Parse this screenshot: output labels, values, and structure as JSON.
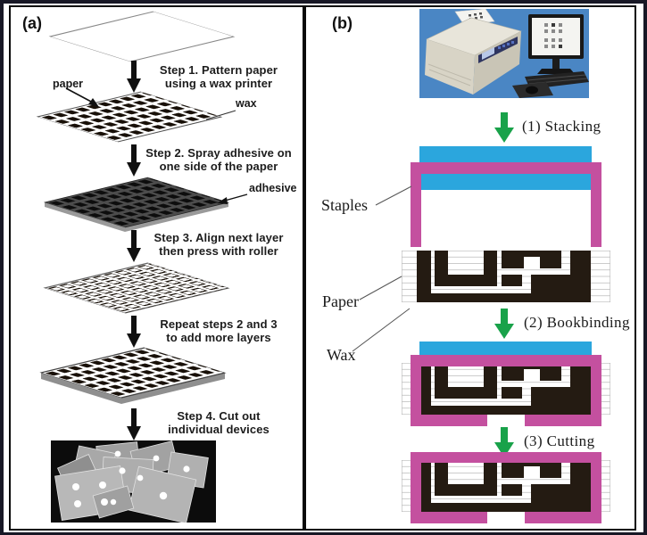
{
  "panel_a": {
    "label": "(a)",
    "annotations": {
      "paper": "paper",
      "wax": "wax",
      "adhesive": "adhesive"
    },
    "steps": [
      {
        "line1": "Step 1. Pattern paper",
        "line2": "using a wax printer"
      },
      {
        "line1": "Step 2. Spray adhesive on",
        "line2": "one side of the paper"
      },
      {
        "line1": "Step 3. Align next layer",
        "line2": "then press with roller"
      },
      {
        "line1": "Repeat steps 2 and 3",
        "line2": "to add more layers"
      },
      {
        "line1": "Step 4. Cut out",
        "line2": "individual devices"
      }
    ]
  },
  "panel_b": {
    "label": "(b)",
    "process_steps": [
      {
        "label": "(1) Stacking"
      },
      {
        "label": "(2) Bookbinding"
      },
      {
        "label": "(3) Cutting"
      }
    ],
    "annotations": {
      "staples": "Staples",
      "paper": "Paper",
      "wax": "Wax"
    }
  },
  "colors": {
    "green-arrow": "#19a24a",
    "blue-bar": "#2ba6dd",
    "pink-staple": "#c4509f",
    "wax-dark": "#241b12",
    "photo-blue": "#4a86c4",
    "panel-border": "#0a0a0a",
    "outer-border": "#181826",
    "text-color": "#1c1c1c"
  }
}
